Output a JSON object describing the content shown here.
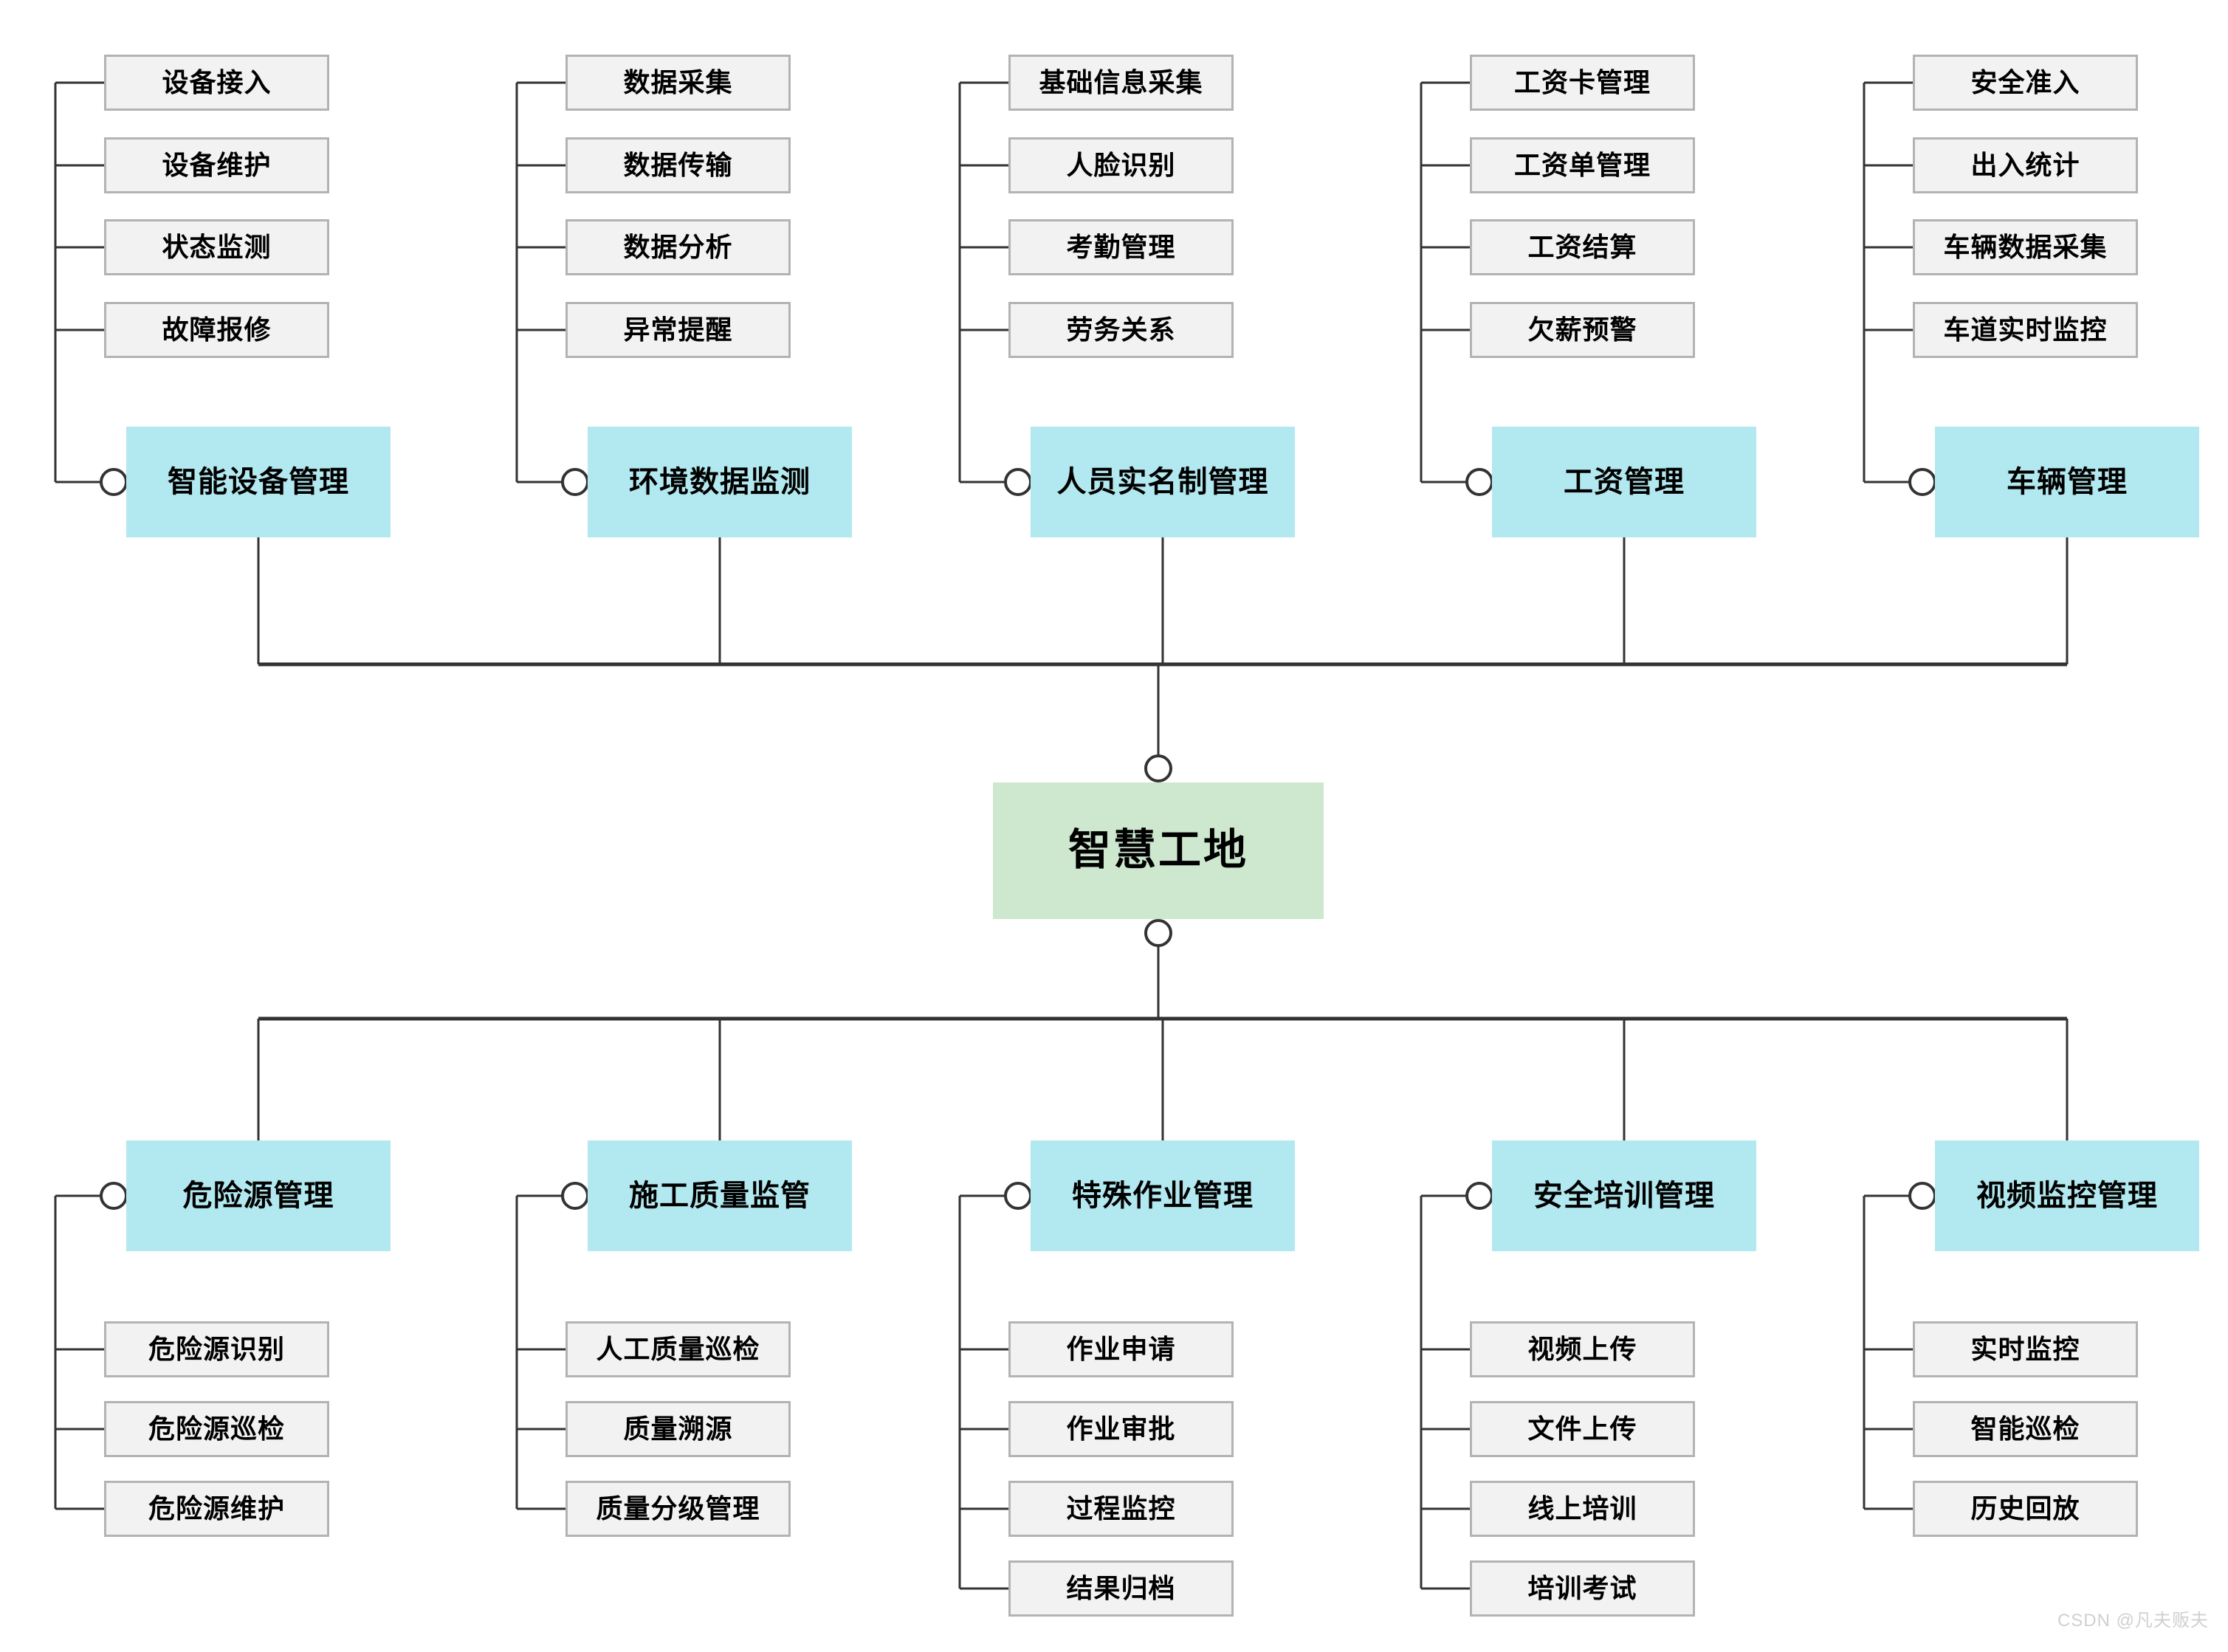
{
  "diagram": {
    "title": "智慧工地",
    "root": {
      "label": "智慧工地",
      "color": "#cde8ce"
    },
    "colors": {
      "branch": "#b2e8ef",
      "leaf_fill": "#f2f2f2",
      "leaf_border": "#b3b3b3",
      "connector": "#333333"
    },
    "watermark": "CSDN @凡夫贩夫",
    "top_branches": [
      {
        "label": "智能设备管理",
        "children": [
          {
            "label": "设备接入"
          },
          {
            "label": "设备维护"
          },
          {
            "label": "状态监测"
          },
          {
            "label": "故障报修"
          }
        ]
      },
      {
        "label": "环境数据监测",
        "children": [
          {
            "label": "数据采集"
          },
          {
            "label": "数据传输"
          },
          {
            "label": "数据分析"
          },
          {
            "label": "异常提醒"
          }
        ]
      },
      {
        "label": "人员实名制管理",
        "children": [
          {
            "label": "基础信息采集"
          },
          {
            "label": "人脸识别"
          },
          {
            "label": "考勤管理"
          },
          {
            "label": "劳务关系"
          }
        ]
      },
      {
        "label": "工资管理",
        "children": [
          {
            "label": "工资卡管理"
          },
          {
            "label": "工资单管理"
          },
          {
            "label": "工资结算"
          },
          {
            "label": "欠薪预警"
          }
        ]
      },
      {
        "label": "车辆管理",
        "children": [
          {
            "label": "安全准入"
          },
          {
            "label": "出入统计"
          },
          {
            "label": "车辆数据采集"
          },
          {
            "label": "车道实时监控"
          }
        ]
      }
    ],
    "bottom_branches": [
      {
        "label": "危险源管理",
        "children": [
          {
            "label": "危险源识别"
          },
          {
            "label": "危险源巡检"
          },
          {
            "label": "危险源维护"
          }
        ]
      },
      {
        "label": "施工质量监管",
        "children": [
          {
            "label": "人工质量巡检"
          },
          {
            "label": "质量溯源"
          },
          {
            "label": "质量分级管理"
          }
        ]
      },
      {
        "label": "特殊作业管理",
        "children": [
          {
            "label": "作业申请"
          },
          {
            "label": "作业审批"
          },
          {
            "label": "过程监控"
          },
          {
            "label": "结果归档"
          }
        ]
      },
      {
        "label": "安全培训管理",
        "children": [
          {
            "label": "视频上传"
          },
          {
            "label": "文件上传"
          },
          {
            "label": "线上培训"
          },
          {
            "label": "培训考试"
          }
        ]
      },
      {
        "label": "视频监控管理",
        "children": [
          {
            "label": "实时监控"
          },
          {
            "label": "智能巡检"
          },
          {
            "label": "历史回放"
          }
        ]
      }
    ]
  }
}
